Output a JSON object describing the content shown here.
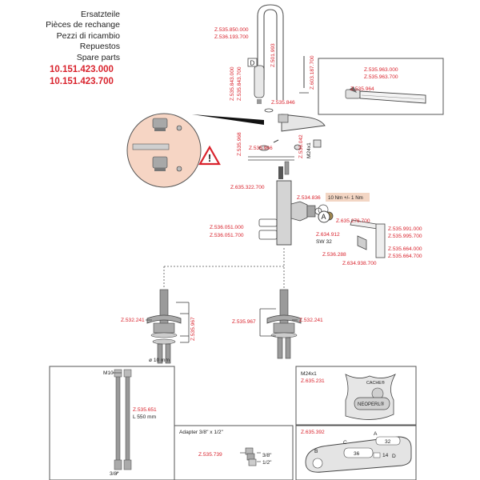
{
  "header": {
    "titles": [
      "Ersatzteile",
      "Pièces de rechange",
      "Pezzi di ricambio",
      "Repuestos",
      "Spare parts"
    ],
    "article_numbers": [
      "10.151.423.000",
      "10.151.423.700"
    ]
  },
  "parts": {
    "p535850": "Z.535.850.000",
    "p536193": "Z.536.193.700",
    "p501993": "Z.501.993",
    "p535843_000": "Z.535.843.000",
    "p535843_700": "Z.535.843.700",
    "p603187": "Z.603.187.700",
    "p535846": "Z.535.846",
    "p535963_000": "Z.535.963.000",
    "p535963_700": "Z.535.963.700",
    "p535964": "Z.535.964",
    "p535968": "Z.535.968",
    "p535966": "Z.535.966",
    "p536042": "Z.536.042",
    "m24x1_side": "M24x1",
    "p635322": "Z.635.322.700",
    "p534836": "Z.534.836",
    "p536051_000": "Z.536.051.000",
    "p536051_700": "Z.536.051.700",
    "p635276": "Z.635.276.700",
    "p634912": "Z.634.912",
    "sw32": "SW 32",
    "p536288": "Z.536.288",
    "p634938": "Z.634.938.700",
    "p535991": "Z.535.991.000",
    "p535995": "Z.535.995.700",
    "p535664_000": "Z.535.664.000",
    "p535664_700": "Z.535.664.700",
    "p532241_left": "Z.532.241",
    "p535967_left": "Z.535.967",
    "p535967_right": "Z.535.967",
    "p532241_right": "Z.532.241",
    "p535651": "Z.535.651",
    "p635231": "Z.635.231",
    "p535739": "Z.535.739",
    "p635392": "Z.635.392"
  },
  "annotations": {
    "torque": "10 Nm +/- 1 Nm",
    "callout_a": "A",
    "callout_d": "D",
    "diameter": "ø 10 mm",
    "m10": "M10",
    "hose_length": "L 550 mm",
    "hose_thread": "3/8\"",
    "m24x1_box": "M24x1",
    "adapter_title": "Adapter 3/8\" x 1/2\"",
    "adapter_38": "3/8\"",
    "adapter_12": "1/2\"",
    "cache": "CACHE®",
    "neoperl": "NEOPERL®",
    "wrench_a": "A",
    "wrench_b": "B",
    "wrench_c": "C",
    "wrench_d": "D",
    "wrench_14": "14",
    "wrench_32": "32",
    "wrench_36": "36",
    "warning_mark": "!"
  },
  "colors": {
    "part_number": "#d9232d",
    "line": "#333333",
    "metal": "#9a9a9a",
    "torque_bg": "#f3d6c4",
    "zoom_bg": "#f6d5c4",
    "box_border": "#555555"
  }
}
